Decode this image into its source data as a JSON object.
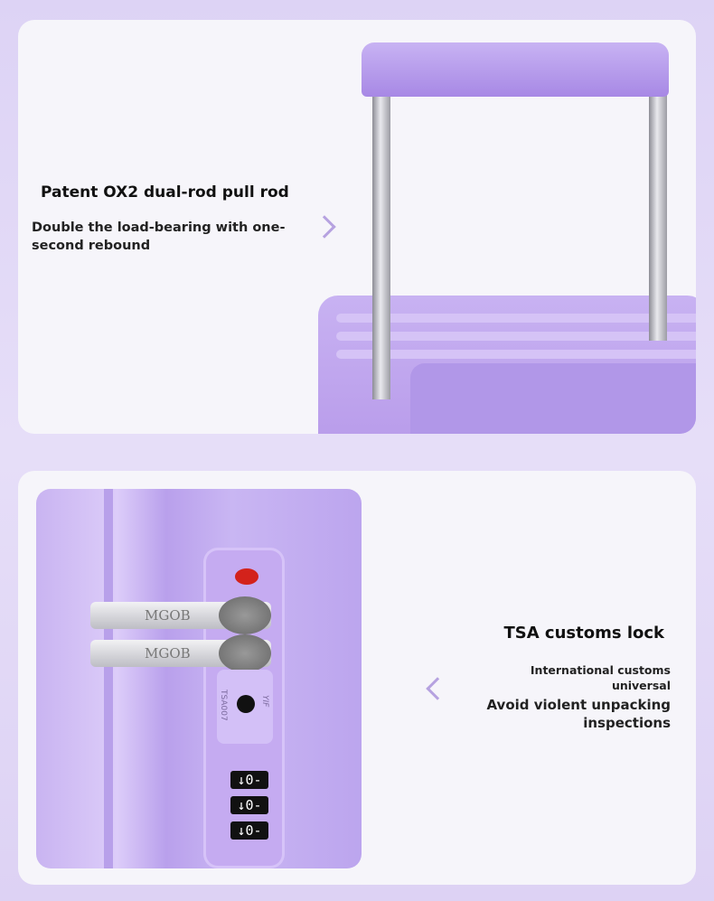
{
  "section1": {
    "title": "Patent OX2 dual-rod pull rod",
    "subtitle": "Double the load-bearing with one-second rebound"
  },
  "section2": {
    "title": "TSA customs lock",
    "line1": "International customs universal",
    "line2": "Avoid violent unpacking inspections"
  },
  "lock": {
    "brand": "MGOB",
    "model": "TSA007",
    "maker": "YIF",
    "dials": [
      "↓0-",
      "↓0-",
      "↓0-"
    ]
  },
  "colors": {
    "accent": "#b6a2e0",
    "suitcase": "#c0a6ef"
  }
}
